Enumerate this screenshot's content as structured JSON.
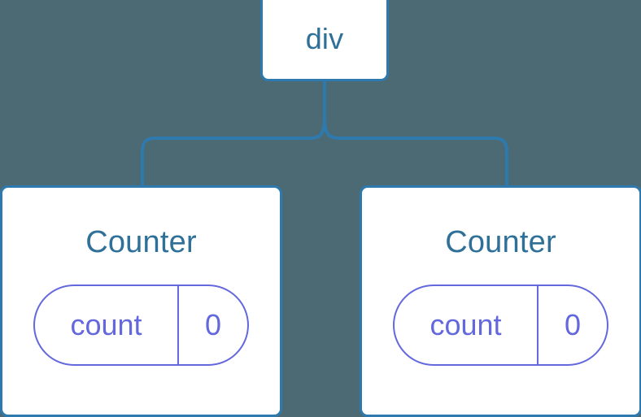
{
  "diagram": {
    "type": "component-tree",
    "background_color": "#4c6a74",
    "node_border_color": "#2e7aae",
    "node_fill_color": "#ffffff",
    "title_color": "#2e7098",
    "state_color": "#6368dd",
    "connector_color": "#2e7aae",
    "root": {
      "label": "div"
    },
    "children": [
      {
        "label": "Counter",
        "state": {
          "key": "count",
          "value": "0"
        }
      },
      {
        "label": "Counter",
        "state": {
          "key": "count",
          "value": "0"
        }
      }
    ]
  }
}
